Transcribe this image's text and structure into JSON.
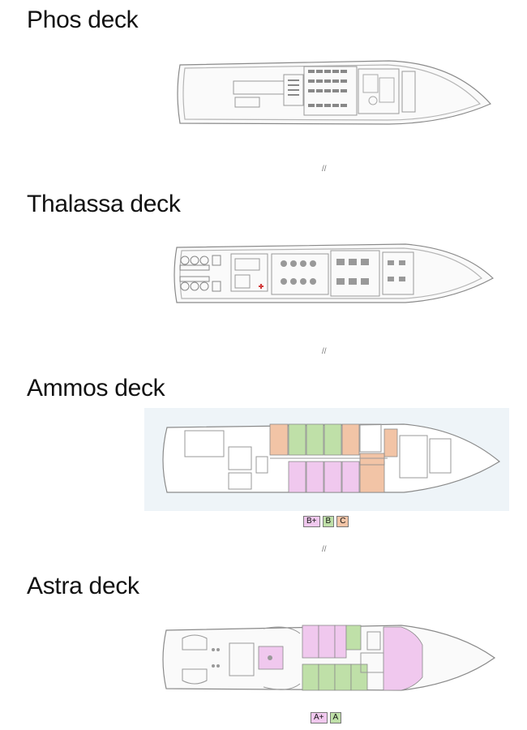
{
  "decks": [
    {
      "title": "Phos deck"
    },
    {
      "title": "Thalassa deck"
    },
    {
      "title": "Ammos deck",
      "legend": [
        "B+",
        "B",
        "C"
      ]
    },
    {
      "title": "Astra deck",
      "legend": [
        "A+",
        "A"
      ]
    }
  ],
  "separator": "//",
  "colors": {
    "category_pink": "#f0c8ee",
    "category_green": "#bfe0a8",
    "category_orange": "#f2c4a6",
    "hull_outline": "#8a8a8a",
    "plan_background": "#eef4f8"
  }
}
